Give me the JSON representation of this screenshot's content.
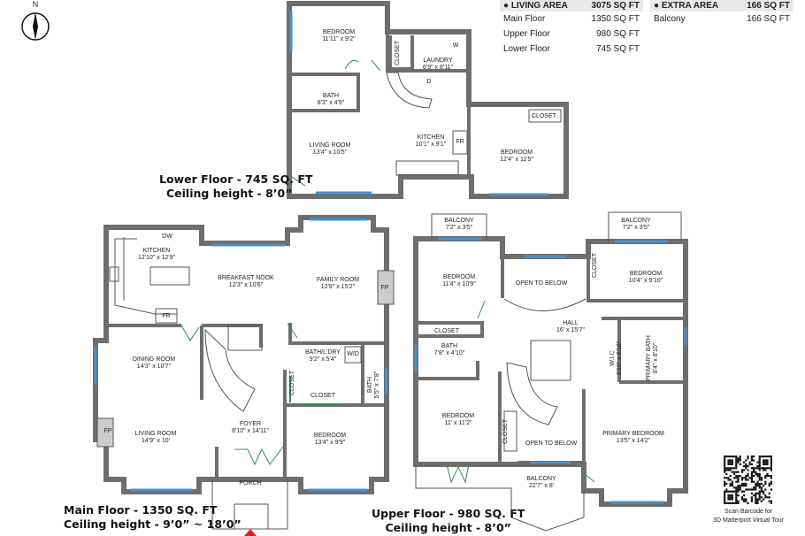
{
  "compass": {
    "label": "N"
  },
  "area_table": {
    "living": {
      "header": "LIVING AREA",
      "total": "3075 SQ FT",
      "rows": [
        {
          "label": "Main Floor",
          "value": "1350 SQ FT"
        },
        {
          "label": "Upper Floor",
          "value": "980 SQ FT"
        },
        {
          "label": "Lower Floor",
          "value": "745 SQ FT"
        }
      ]
    },
    "extra": {
      "header": "EXTRA AREA",
      "total": "166 SQ FT",
      "rows": [
        {
          "label": "Balcony",
          "value": "166 SQ FT"
        }
      ]
    }
  },
  "floors": {
    "lower": {
      "title": "Lower Floor - 745 SQ. FT",
      "ceiling": "Ceiling height - 8’0”",
      "rooms": [
        {
          "name": "BEDROOM",
          "size": "11'11\" x 9'2\""
        },
        {
          "name": "CLOSET",
          "size": ""
        },
        {
          "name": "LAUNDRY",
          "size": "6'9\" x 8'11\""
        },
        {
          "name": "W",
          "size": ""
        },
        {
          "name": "D",
          "size": ""
        },
        {
          "name": "BATH",
          "size": "8'3\" x 4'9\""
        },
        {
          "name": "LIVING ROOM",
          "size": "13'4\" x 10'5\""
        },
        {
          "name": "KITCHEN",
          "size": "10'1\" x 9'1\""
        },
        {
          "name": "FR",
          "size": ""
        },
        {
          "name": "CLOSET",
          "size": ""
        },
        {
          "name": "BEDROOM",
          "size": "12'4\" x 11'5\""
        }
      ]
    },
    "main": {
      "title": "Main Floor - 1350 SQ. FT",
      "ceiling": "Ceiling height - 9’0” ~ 18’0”",
      "rooms": [
        {
          "name": "KITCHEN",
          "size": "12'10\" x 12'9\""
        },
        {
          "name": "DW",
          "size": ""
        },
        {
          "name": "BREAKFAST NOOK",
          "size": "12'3\" x 10'6\""
        },
        {
          "name": "FAMILY ROOM",
          "size": "12'8\" x 15'2\""
        },
        {
          "name": "FP",
          "size": ""
        },
        {
          "name": "FR",
          "size": ""
        },
        {
          "name": "DINING ROOM",
          "size": "14'3\" x 10'7\""
        },
        {
          "name": "BATH/L'DRY",
          "size": "9'2\" x 5'4\""
        },
        {
          "name": "W/D",
          "size": ""
        },
        {
          "name": "CLOSET",
          "size": ""
        },
        {
          "name": "CLOSET",
          "size": ""
        },
        {
          "name": "BATH",
          "size": "5'5\" x 7'8\""
        },
        {
          "name": "FOYER",
          "size": "8'10\" x 14'11\""
        },
        {
          "name": "LIVING ROOM",
          "size": "14'9\" x 10'"
        },
        {
          "name": "FP",
          "size": ""
        },
        {
          "name": "BEDROOM",
          "size": "13'4\" x 9'9\""
        },
        {
          "name": "PORCH",
          "size": ""
        }
      ]
    },
    "upper": {
      "title": "Upper Floor - 980 SQ. FT",
      "ceiling": "Ceiling height - 8’0”",
      "rooms": [
        {
          "name": "BALCONY",
          "size": "7'2\" x 3'5\""
        },
        {
          "name": "BALCONY",
          "size": "7'2\" x 3'5\""
        },
        {
          "name": "BEDROOM",
          "size": "11'4\" x 10'9\""
        },
        {
          "name": "OPEN TO BELOW",
          "size": ""
        },
        {
          "name": "CLOSET",
          "size": ""
        },
        {
          "name": "BEDROOM",
          "size": "10'4\" x 9'10\""
        },
        {
          "name": "CLOSET",
          "size": ""
        },
        {
          "name": "HALL",
          "size": "16' x 15'7\""
        },
        {
          "name": "BATH",
          "size": "7'8\" x 4'10\""
        },
        {
          "name": "W.I.C",
          "size": "3'10\" x 8'10\""
        },
        {
          "name": "PRIMARY BATH",
          "size": "8'4\" x 8'10\""
        },
        {
          "name": "BEDROOM",
          "size": "11' x 11'2\""
        },
        {
          "name": "CLOSET",
          "size": ""
        },
        {
          "name": "OPEN TO BELOW",
          "size": ""
        },
        {
          "name": "PRIMARY BEDROOM",
          "size": "13'5\" x 14'2\""
        },
        {
          "name": "BALCONY",
          "size": "22'7\" x 8'"
        }
      ]
    }
  },
  "qr": {
    "caption_line1": "Scan Barcode for",
    "caption_line2": "3D Matterport Virtual Tour"
  },
  "colors": {
    "wall": "#6e6e6e",
    "window": "#4a90c8",
    "door": "#2e8b57",
    "entrance_arrow": "#e02020"
  }
}
